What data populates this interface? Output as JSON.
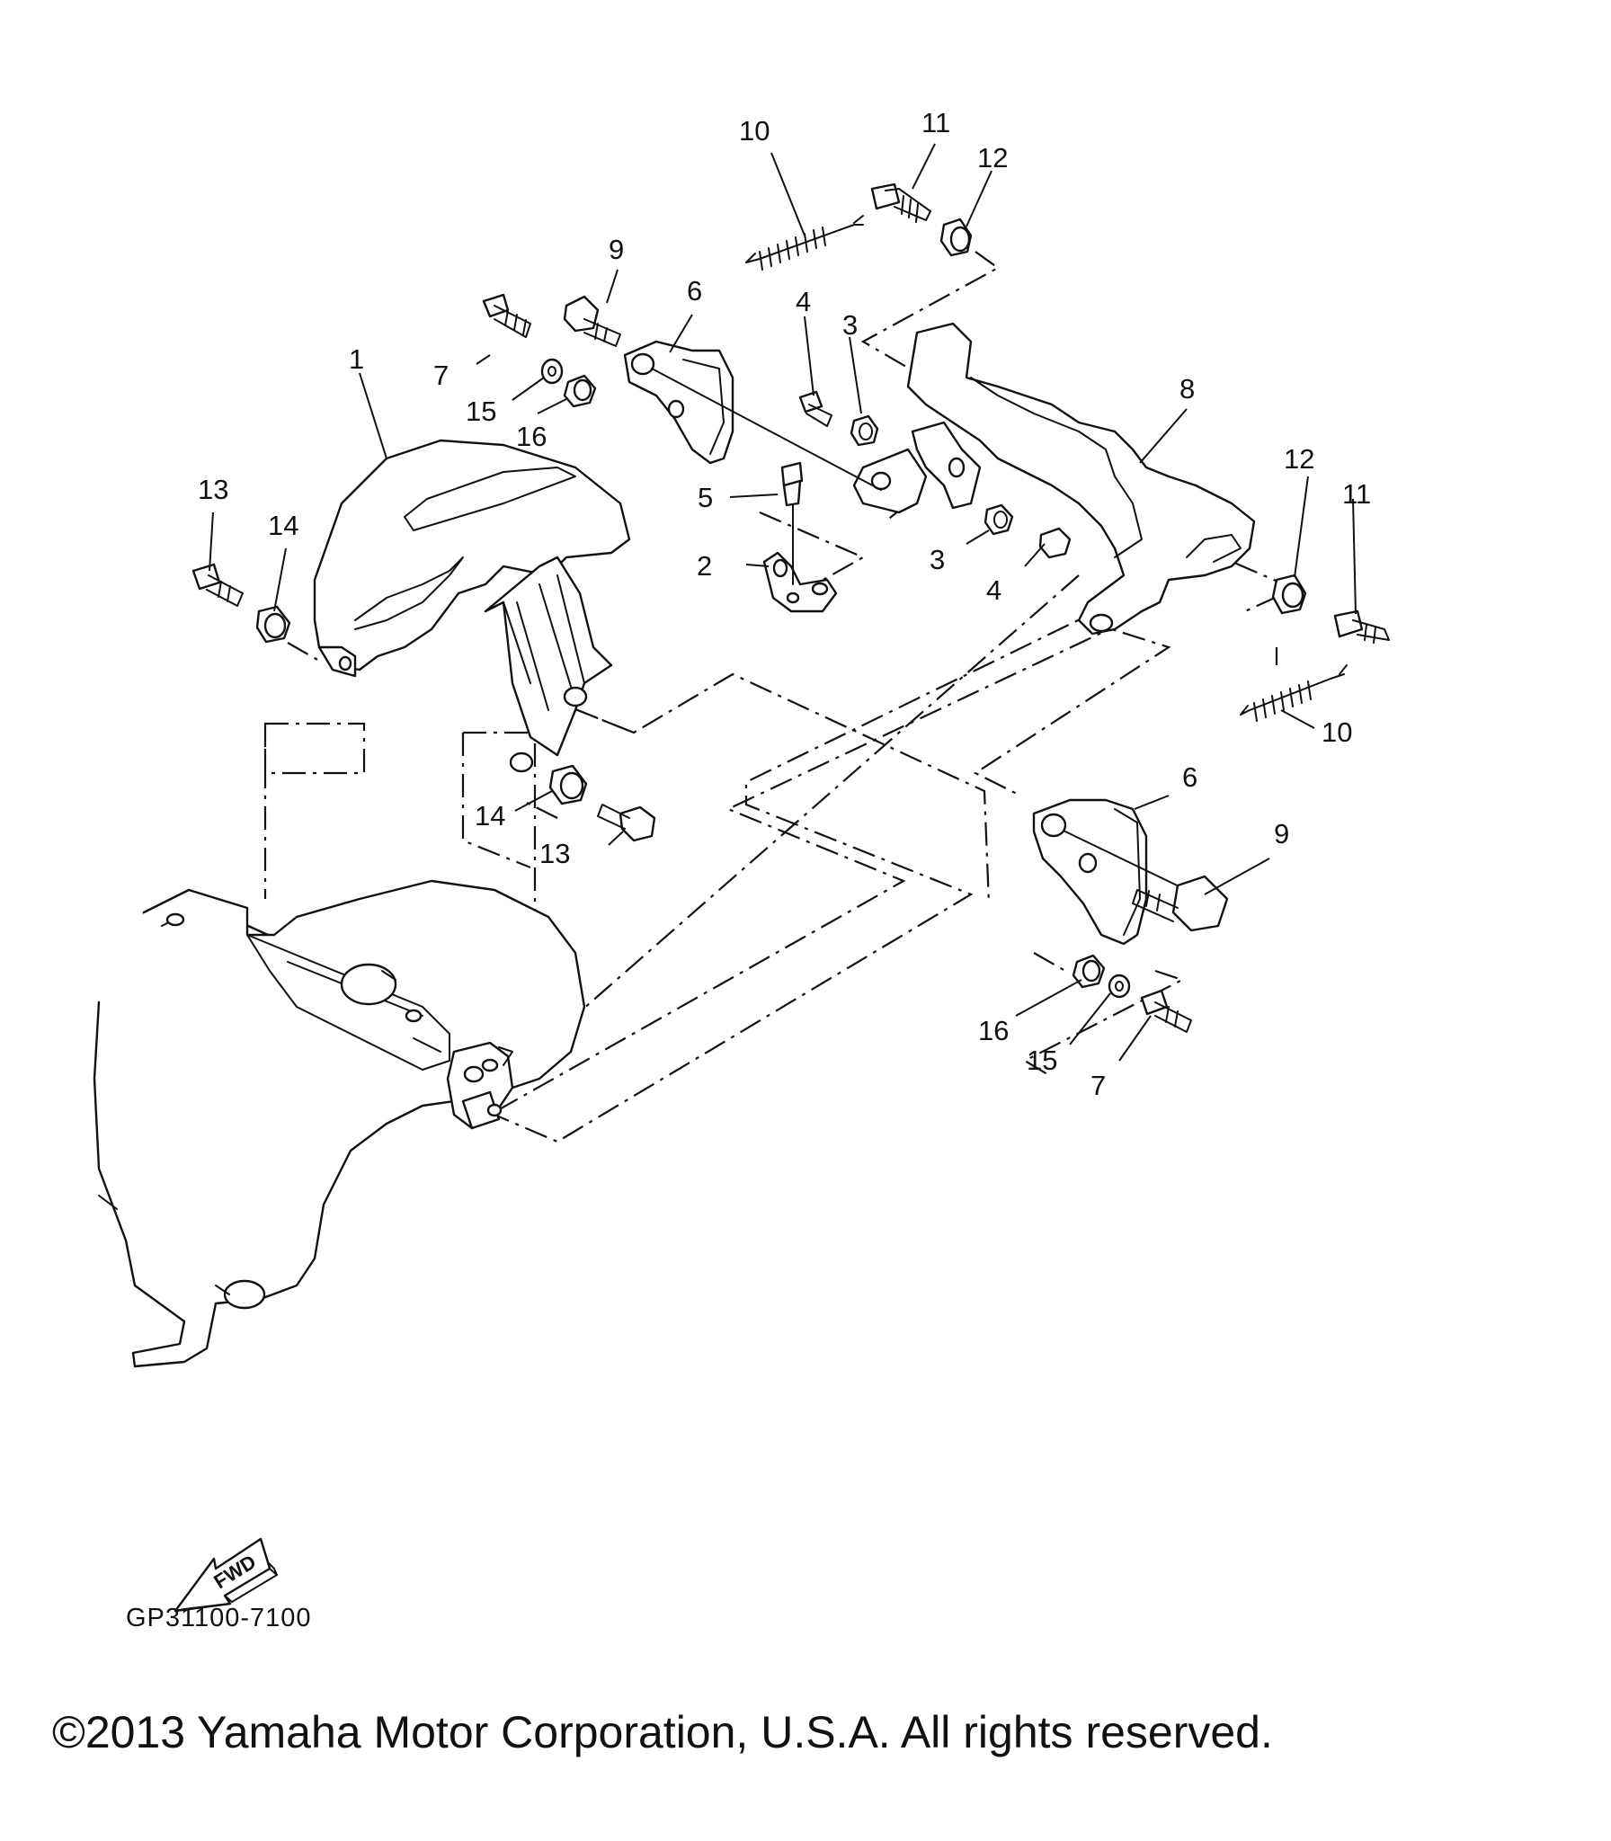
{
  "diagram": {
    "callouts": {
      "c1": "1",
      "c2": "2",
      "c3a": "3",
      "c3b": "3",
      "c4a": "4",
      "c4b": "4",
      "c5": "5",
      "c6a": "6",
      "c6b": "6",
      "c7a": "7",
      "c7b": "7",
      "c8": "8",
      "c9a": "9",
      "c9b": "9",
      "c10a": "10",
      "c10b": "10",
      "c11a": "11",
      "c11b": "11",
      "c12a": "12",
      "c12b": "12",
      "c13a": "13",
      "c13b": "13",
      "c14a": "14",
      "c14b": "14",
      "c15a": "15",
      "c15b": "15",
      "c16a": "16",
      "c16b": "16"
    },
    "fwd_label": "FWD",
    "drawing_code": "GP31100-7100"
  },
  "footer": {
    "copyright": "©2013 Yamaha Motor Corporation, U.S.A. All rights reserved."
  }
}
